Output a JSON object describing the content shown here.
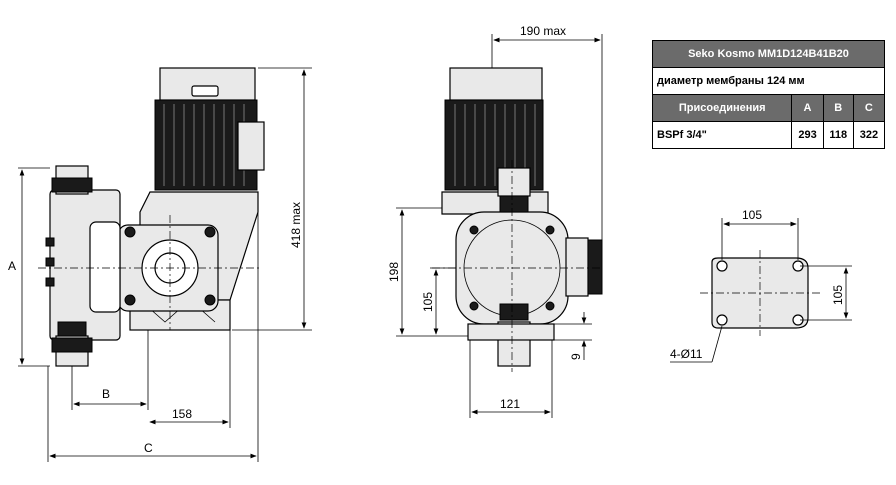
{
  "table": {
    "title": "Seko Kosmo   MM1D124B41B20",
    "membrane": "диаметр мембраны  124 мм",
    "col_connections": "Присоединения",
    "col_a": "A",
    "col_b": "B",
    "col_c": "C",
    "conn_type": "BSPf  3/4\"",
    "val_a": "293",
    "val_b": "118",
    "val_c": "322"
  },
  "dimensions": {
    "a": "A",
    "b": "B",
    "c": "C",
    "d158": "158",
    "d418max": "418 max",
    "d190max": "190 max",
    "d198": "198",
    "d105_side": "105",
    "d121": "121",
    "d9": "9",
    "d105_top": "105",
    "d105_right": "105",
    "hole": "4-Ø11"
  },
  "colors": {
    "table_header": "#6b6b6b",
    "line": "#000000",
    "motor_fins": "#1a1a1a"
  }
}
